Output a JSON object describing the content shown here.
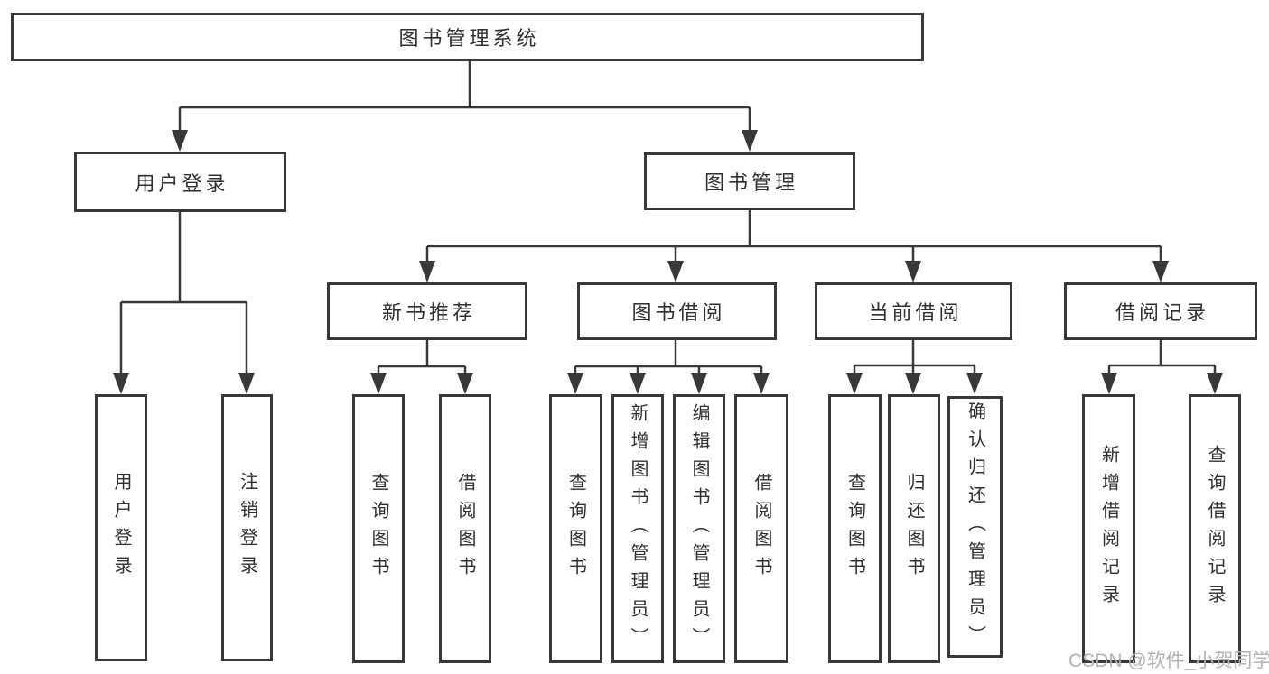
{
  "diagram": {
    "root": {
      "label": "图书管理系统"
    },
    "branches": [
      {
        "label": "用户登录",
        "children": [
          {
            "label": "用户登录"
          },
          {
            "label": "注销登录"
          }
        ]
      },
      {
        "label": "图书管理",
        "children": [
          {
            "label": "新书推荐",
            "children": [
              {
                "label": "查询图书"
              },
              {
                "label": "借阅图书"
              }
            ]
          },
          {
            "label": "图书借阅",
            "children": [
              {
                "label": "查询图书"
              },
              {
                "label": "新增图书（管理员）"
              },
              {
                "label": "编辑图书（管理员）"
              },
              {
                "label": "借阅图书"
              }
            ]
          },
          {
            "label": "当前借阅",
            "children": [
              {
                "label": "查询图书"
              },
              {
                "label": "归还图书"
              },
              {
                "label": "确认归还（管理员）"
              }
            ]
          },
          {
            "label": "借阅记录",
            "children": [
              {
                "label": "新增借阅记录"
              },
              {
                "label": "查询借阅记录"
              }
            ]
          }
        ]
      }
    ],
    "watermark": "CSDN @软件_小贺同学",
    "colors": {
      "line": "#383838",
      "text": "#2f2f2f",
      "watermark": "#b3b3b3",
      "background": "#ffffff"
    }
  }
}
